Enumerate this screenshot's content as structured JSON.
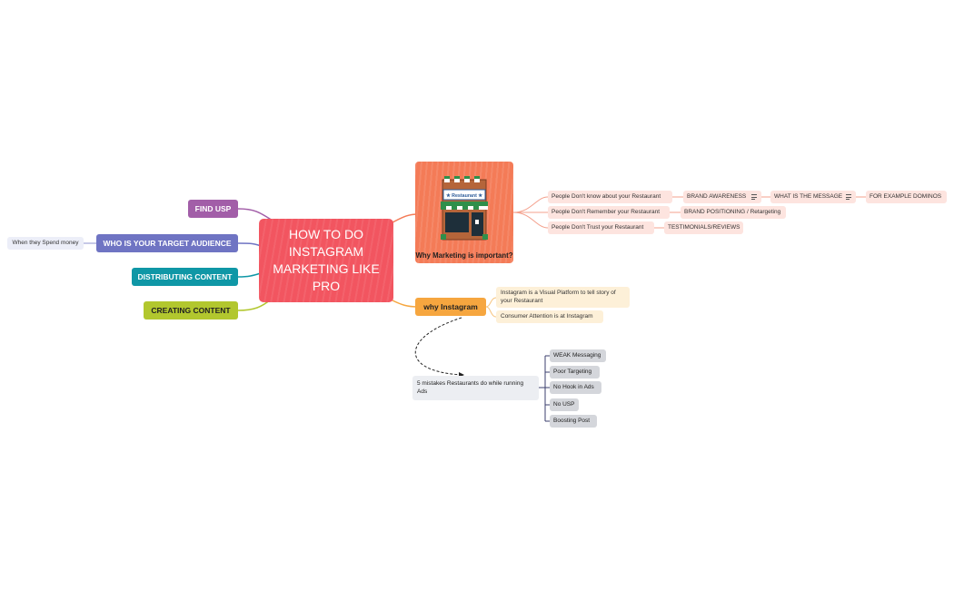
{
  "central": {
    "title": "HOW TO DO INSTAGRAM MARKETING LIKE PRO"
  },
  "left_topics": {
    "find_usp": "FIND USP",
    "target_audience": "WHO IS YOUR TARGET AUDIENCE",
    "target_audience_child": "When they Spend money",
    "distributing": "DISTRIBUTING CONTENT",
    "creating": "CREATING CONTENT"
  },
  "why_marketing": {
    "title": "Why Marketing is important?",
    "sign_text": "★ Restaurant ★",
    "children": {
      "know": "People Don't know about your Restaurant",
      "brand_awareness": "BRAND AWARENESS",
      "message": "WHAT IS THE MESSAGE",
      "example": "FOR EXAMPLE DOMINOS",
      "remember": "People Don't Remember your Restaurant",
      "positioning": "BRAND POSITIONING / Retargeting",
      "trust": "People Don't Trust your Restaurant",
      "testimonials": "TESTIMONIALS/REVIEWS"
    }
  },
  "why_instagram": {
    "title": "why Instagram",
    "children": {
      "visual": "Instagram is a Visual Platform to tell story of your Restaurant",
      "attention": "Consumer Attention is at Instagram"
    }
  },
  "mistakes": {
    "title": "5 mistakes Restaurants do while running Ads",
    "items": [
      "WEAK Messaging",
      "Poor Targeting",
      "No Hook in Ads",
      "No USP",
      "Boosting Post"
    ]
  },
  "colors": {
    "central": "#f25560",
    "find_usp": "#a25ea8",
    "target_audience": "#6f74c3",
    "distributing": "#0f97a6",
    "creating": "#b2c72e",
    "why_marketing": "#f47b57",
    "why_instagram": "#f6a63f"
  },
  "icons": {
    "note": "note-lines-icon",
    "restaurant": "restaurant-storefront-icon"
  }
}
